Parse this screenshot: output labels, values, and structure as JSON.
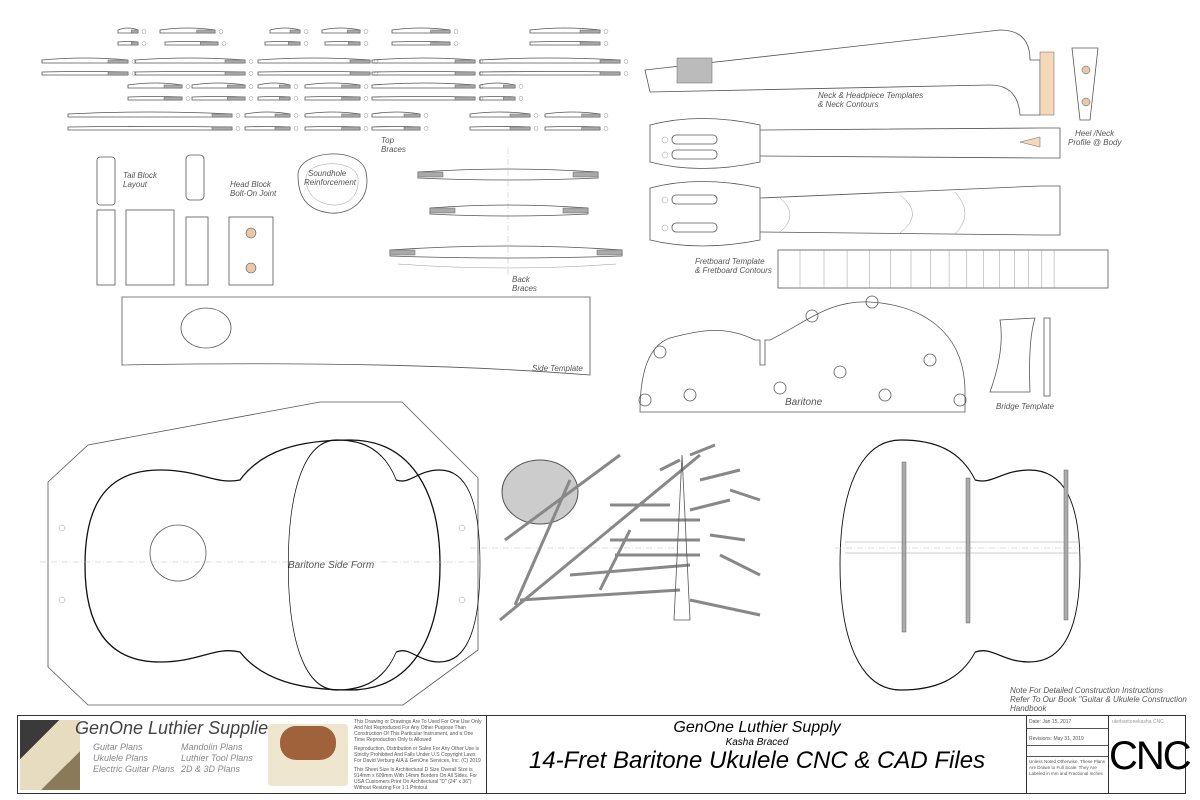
{
  "labels": {
    "tail_block": [
      "Tail Block",
      "Layout"
    ],
    "head_block": [
      "Head Block",
      "Bolt-On Joint"
    ],
    "soundhole": [
      "Soundhole",
      "Reinforcement"
    ],
    "top_braces": [
      "Top",
      "Braces"
    ],
    "back_braces": [
      "Back",
      "Braces"
    ],
    "side_template": "Side Template",
    "neck": [
      "Neck & Headpiece Templates",
      "& Neck Contours"
    ],
    "heel": [
      "Heel /Neck",
      "Profile @ Body"
    ],
    "fretboard": [
      "Fretboard Template",
      "& Fretboard Contours"
    ],
    "mold": "Baritone",
    "bridge": "Bridge Template",
    "side_form": "Baritone Side Form",
    "note": [
      "Note For Detailed Construction Instructions",
      "Refer To Our Book \"Guitar & Ukulele Construction",
      "Handbook"
    ]
  },
  "title_block": {
    "brand": "GenOne Luthier Supplies",
    "plans_col1": [
      "Guitar Plans",
      "Ukulele Plans",
      "Electric Guitar Plans"
    ],
    "plans_col2": [
      "Mandolin Plans",
      "Luthier Tool Plans",
      "2D & 3D Plans"
    ],
    "legal": [
      "This Drawing or Drawings Are To Used For One Use Only And Not Reproduced For Any Other Purpose Than Construction Of This Particular Instrument, and a One Time Reproduction Only is Allowed",
      "Reproduction, Distribution or Sales For Any Other Use is Strictly Prohibited And Falls Under U.S Copyright Laws For David Verburg AIA & GenOne Services, Inc. (C) 2019",
      "This Sheet Size Is Architectural D Size Overall Size is 914mm x 609mm With 14mm Borders On All Sides. For USA Customers Print On Architectural \"D\" (24\" x 36\") Without Resizing For 1:1 Printout"
    ],
    "company": "GenOne Luthier Supply",
    "subtitle": "Kasha Braced",
    "title": "14-Fret Baritone Ukulele CNC & CAD Files",
    "date": "Date: Jan 15, 2017",
    "revisions": "Revisions: May 31, 2019",
    "scale_note": "Unless Noted Otherwise, These Plans Are Drawn to Full Scale. They Are Labeled in mm and Fractional Inches",
    "file_name": "ukebaritonekasha CNC",
    "code": "CNC"
  },
  "colors": {
    "line": "#555555",
    "brace_fill": "#aaaaaa",
    "heel_wood": "#f3d9b8",
    "soundhole_fill": "#cccccc"
  }
}
